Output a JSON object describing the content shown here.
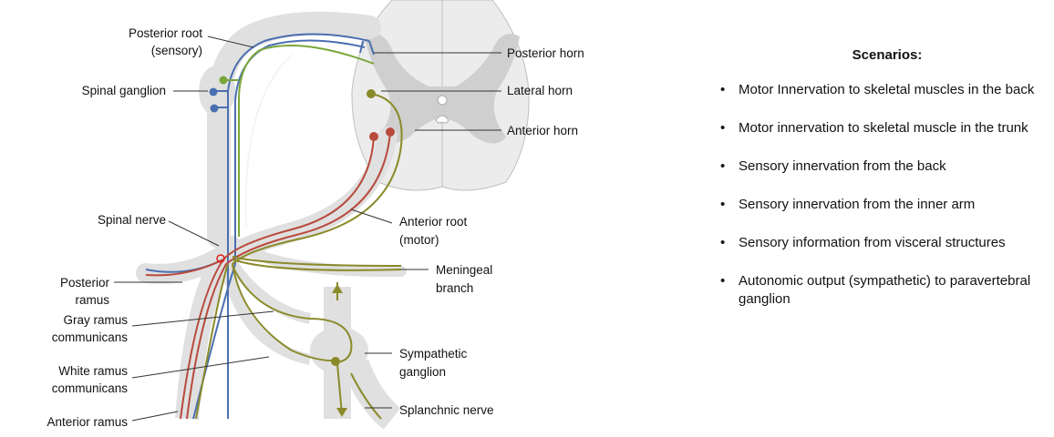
{
  "labels": {
    "posterior_root_l1": "Posterior root",
    "posterior_root_l2": "(sensory)",
    "spinal_ganglion": "Spinal ganglion",
    "posterior_horn": "Posterior horn",
    "lateral_horn": "Lateral horn",
    "anterior_horn": "Anterior horn",
    "spinal_nerve": "Spinal nerve",
    "anterior_root_l1": "Anterior root",
    "anterior_root_l2": "(motor)",
    "meningeal_l1": "Meningeal",
    "meningeal_l2": "branch",
    "posterior_ramus_l1": "Posterior",
    "posterior_ramus_l2": "ramus",
    "gray_ramus_l1": "Gray ramus",
    "gray_ramus_l2": "communicans",
    "sympathetic_l1": "Sympathetic",
    "sympathetic_l2": "ganglion",
    "white_ramus_l1": "White ramus",
    "white_ramus_l2": "communicans",
    "splanchnic": "Splanchnic nerve",
    "anterior_ramus": "Anterior ramus"
  },
  "scenarios": {
    "title": "Scenarios:",
    "items": [
      "Motor Innervation to skeletal muscles in the back",
      "Motor innervation to skeletal muscle in the trunk",
      "Sensory innervation from the back",
      "Sensory innervation from the inner arm",
      "Sensory information from visceral structures",
      "Autonomic output (sympathetic) to paravertebral ganglion"
    ]
  },
  "colors": {
    "sensory": "#4a6fb0",
    "motor": "#b84a3c",
    "autonomic": "#8a8a2a",
    "sheath": "#e3e3e3",
    "gray_matter": "#c9c9c9"
  }
}
